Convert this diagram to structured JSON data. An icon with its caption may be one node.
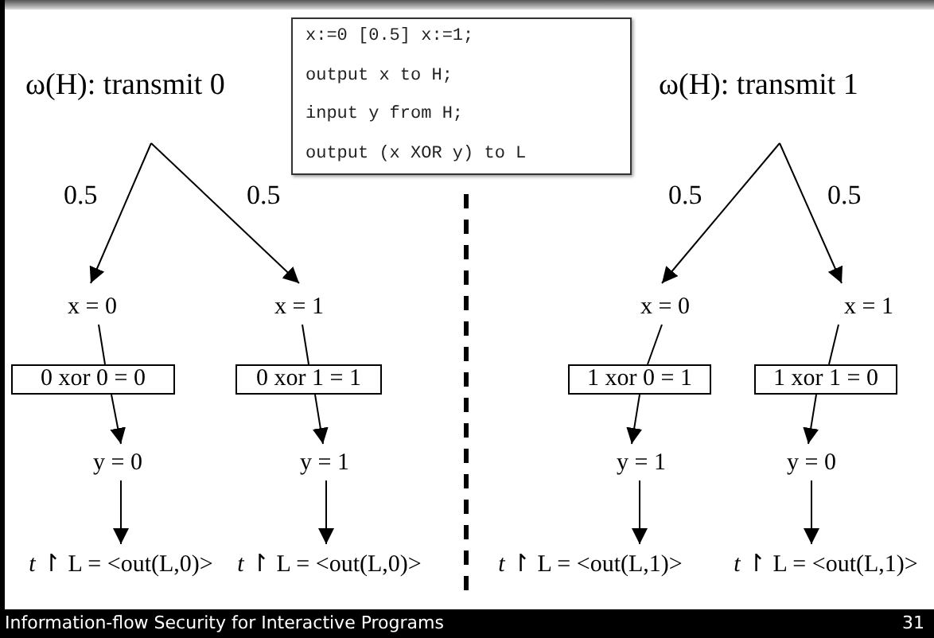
{
  "diagram": {
    "nodes": [
      {
        "text": [
          "x:=0 [0.5] x:=1;",
          "output x to H;",
          "input y from H;",
          "output (x XOR y) to L"
        ]
      },
      {
        "text": [
          "x = 0"
        ]
      },
      {
        "text": [
          "x = 1"
        ]
      },
      {
        "text": [
          "0 xor 0 = 0"
        ]
      },
      {
        "text": [
          "0 xor 1 = 1"
        ]
      },
      {
        "text": [
          "y = 0"
        ]
      },
      {
        "text": [
          "y = 1"
        ]
      },
      {
        "text": [
          "*t* ↾ L = <out(L,0)>"
        ]
      },
      {
        "text": [
          "*t* ↾ L = <out(L,0)>"
        ]
      },
      {
        "text": [
          "x = 0"
        ]
      },
      {
        "text": [
          "x = 1"
        ]
      },
      {
        "text": [
          "1 xor 0 = 1"
        ]
      },
      {
        "text": [
          "1 xor 1 = 0"
        ]
      },
      {
        "text": [
          "y = 1"
        ]
      },
      {
        "text": [
          "y = 0"
        ]
      },
      {
        "text": [
          "*t* ↾ L = <out(L,1)>"
        ]
      },
      {
        "text": [
          "*t* ↾ L = <out(L,1)>"
        ]
      }
    ],
    "edges": [
      {
        "from": null,
        "to": 1,
        "arrow": "to",
        "label": "0.5"
      },
      {
        "from": null,
        "to": 2,
        "arrow": "to",
        "label": "0.5"
      },
      {
        "from": 1,
        "to": 3,
        "arrow": "none"
      },
      {
        "from": 2,
        "to": 4,
        "arrow": "none"
      },
      {
        "from": 3,
        "to": 5,
        "arrow": "to"
      },
      {
        "from": 4,
        "to": 6,
        "arrow": "to"
      },
      {
        "from": 5,
        "to": 7,
        "arrow": "to"
      },
      {
        "from": 6,
        "to": 8,
        "arrow": "to"
      },
      {
        "from": null,
        "to": 9,
        "arrow": "to",
        "label": "0.5"
      },
      {
        "from": null,
        "to": 10,
        "arrow": "to",
        "label": "0.5"
      },
      {
        "from": 9,
        "to": 11,
        "arrow": "none"
      },
      {
        "from": 10,
        "to": 12,
        "arrow": "none"
      },
      {
        "from": 11,
        "to": 13,
        "arrow": "to"
      },
      {
        "from": 12,
        "to": 14,
        "arrow": "to"
      },
      {
        "from": 13,
        "to": 15,
        "arrow": "to"
      },
      {
        "from": 14,
        "to": 16,
        "arrow": "to"
      }
    ],
    "labels": [
      "ω(H): transmit 0",
      "ω(H): transmit 1",
      "Information-flow Security for Interactive Programs",
      "31"
    ]
  }
}
